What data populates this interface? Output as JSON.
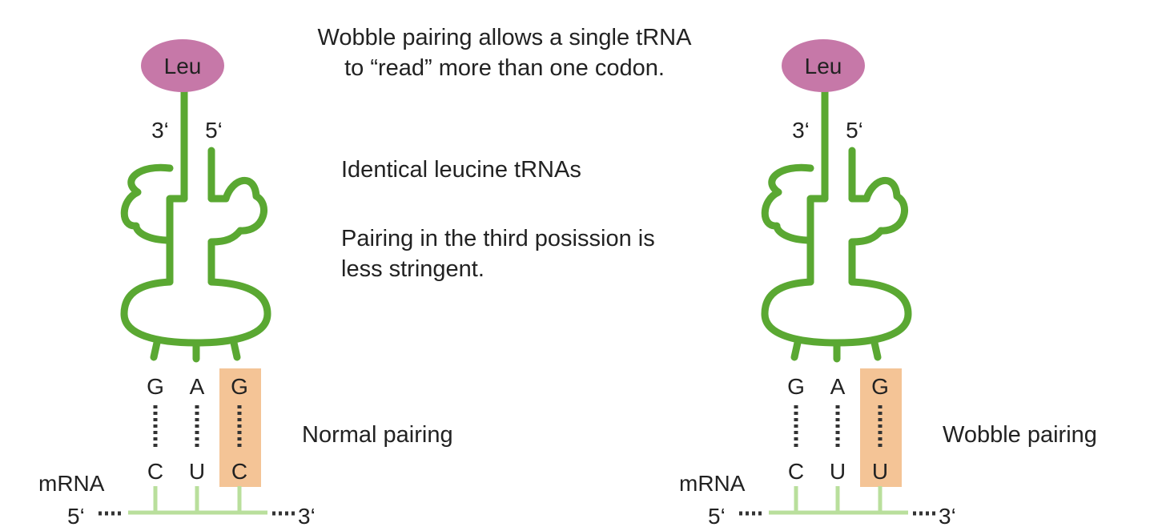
{
  "title_lines": [
    "Wobble pairing allows a single tRNA",
    "to “read” more than one codon."
  ],
  "notes": {
    "identical": "Identical leucine tRNAs",
    "third_position_lines": [
      "Pairing in the third posission is",
      "less stringent."
    ]
  },
  "panels": [
    {
      "amino_acid": "Leu",
      "end_3": "3‘",
      "end_5": "5‘",
      "anticodon": [
        "G",
        "A",
        "G"
      ],
      "codon": [
        "C",
        "U",
        "C"
      ],
      "mrna_label": "mRNA",
      "mrna_5": "5‘",
      "mrna_3": "3‘",
      "pairing_label": "Normal pairing"
    },
    {
      "amino_acid": "Leu",
      "end_3": "3‘",
      "end_5": "5‘",
      "anticodon": [
        "G",
        "A",
        "G"
      ],
      "codon": [
        "C",
        "U",
        "U"
      ],
      "mrna_label": "mRNA",
      "mrna_5": "5‘",
      "mrna_3": "3‘",
      "pairing_label": "Wobble pairing"
    }
  ],
  "colors": {
    "trna_green": "#5aa832",
    "mrna_green": "#b9df9c",
    "amino_acid_fill": "#c678a8",
    "highlight": "#f4c496",
    "dots": "#333333"
  }
}
